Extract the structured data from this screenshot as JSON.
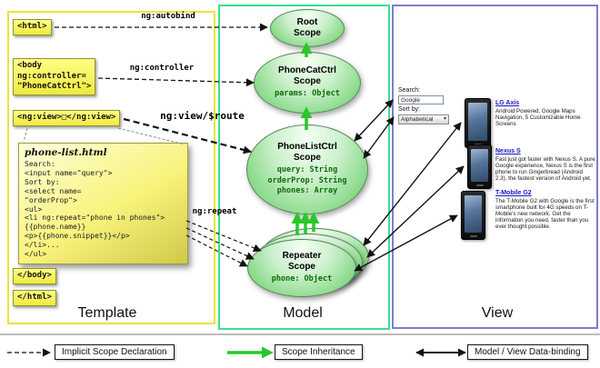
{
  "colors": {
    "template_border": "#ece432",
    "model_border": "#37e092",
    "view_border": "#7d7dd2",
    "scope_fill": "#84d884",
    "inheritance_arrow": "#28c828",
    "sticky_yellow": "#f8f37c",
    "link_blue": "#1515c8"
  },
  "columns": {
    "template_label": "Template",
    "model_label": "Model",
    "view_label": "View"
  },
  "template": {
    "html_open_tag": "<html>",
    "body_open_tag": "<body\nng:controller=\n\"PhoneCatCtrl\">",
    "ng_view_tag": "<ng:view>□</ng:view>",
    "body_close_tag": "</body>",
    "html_close_tag": "</html>",
    "note_title": "phone-list.html",
    "note_code": "Search:\n<input name=\"query\">\nSort by:\n<select name=\n\"orderProp\">\n<ul>\n<li ng:repeat=\"phone in phones\">\n{{phone.name}}\n<p>{{phone.snippet}}</p>\n</li>...\n</ul>"
  },
  "model": {
    "root_scope_title": "Root\nScope",
    "phonecat_scope_title": "PhoneCatCtrl\nScope",
    "phonecat_scope_props": "params: Object",
    "phonelist_scope_title": "PhoneListCtrl\nScope",
    "phonelist_scope_props": "query: String\norderProp: String\nphones: Array",
    "repeater_scope_title": "Repeater\nScope",
    "repeater_scope_props": "phone: Object"
  },
  "arrow_labels": {
    "ng_autobind": "ng:autobind",
    "ng_controller": "ng:controller",
    "ng_view_route": "ng:view/$route",
    "ng_repeat": "ng:repeat"
  },
  "view": {
    "search_label": "Search:",
    "search_value": "Google",
    "sort_label": "Sort by:",
    "sort_value": "Alphabetical",
    "select_arrow": "▾",
    "phones": [
      {
        "name": "LG Axis",
        "desc": "Android Powered, Google Maps Navigation, 5 Customizable Home Screens"
      },
      {
        "name": "Nexus S",
        "desc": "Fast just got faster with Nexus S. A pure Google experience, Nexus S is the first phone to run Gingerbread (Android 2.3), the fastest version of Android yet."
      },
      {
        "name": "T-Mobile G2",
        "desc": "The T-Mobile G2 with Google is the first smartphone built for 4G speeds on T-Mobile's new network. Get the information you need, faster than you ever thought possible."
      }
    ]
  },
  "legend": {
    "implicit": "Implicit Scope Declaration",
    "inheritance": "Scope Inheritance",
    "databinding": "Model / View Data-binding"
  }
}
